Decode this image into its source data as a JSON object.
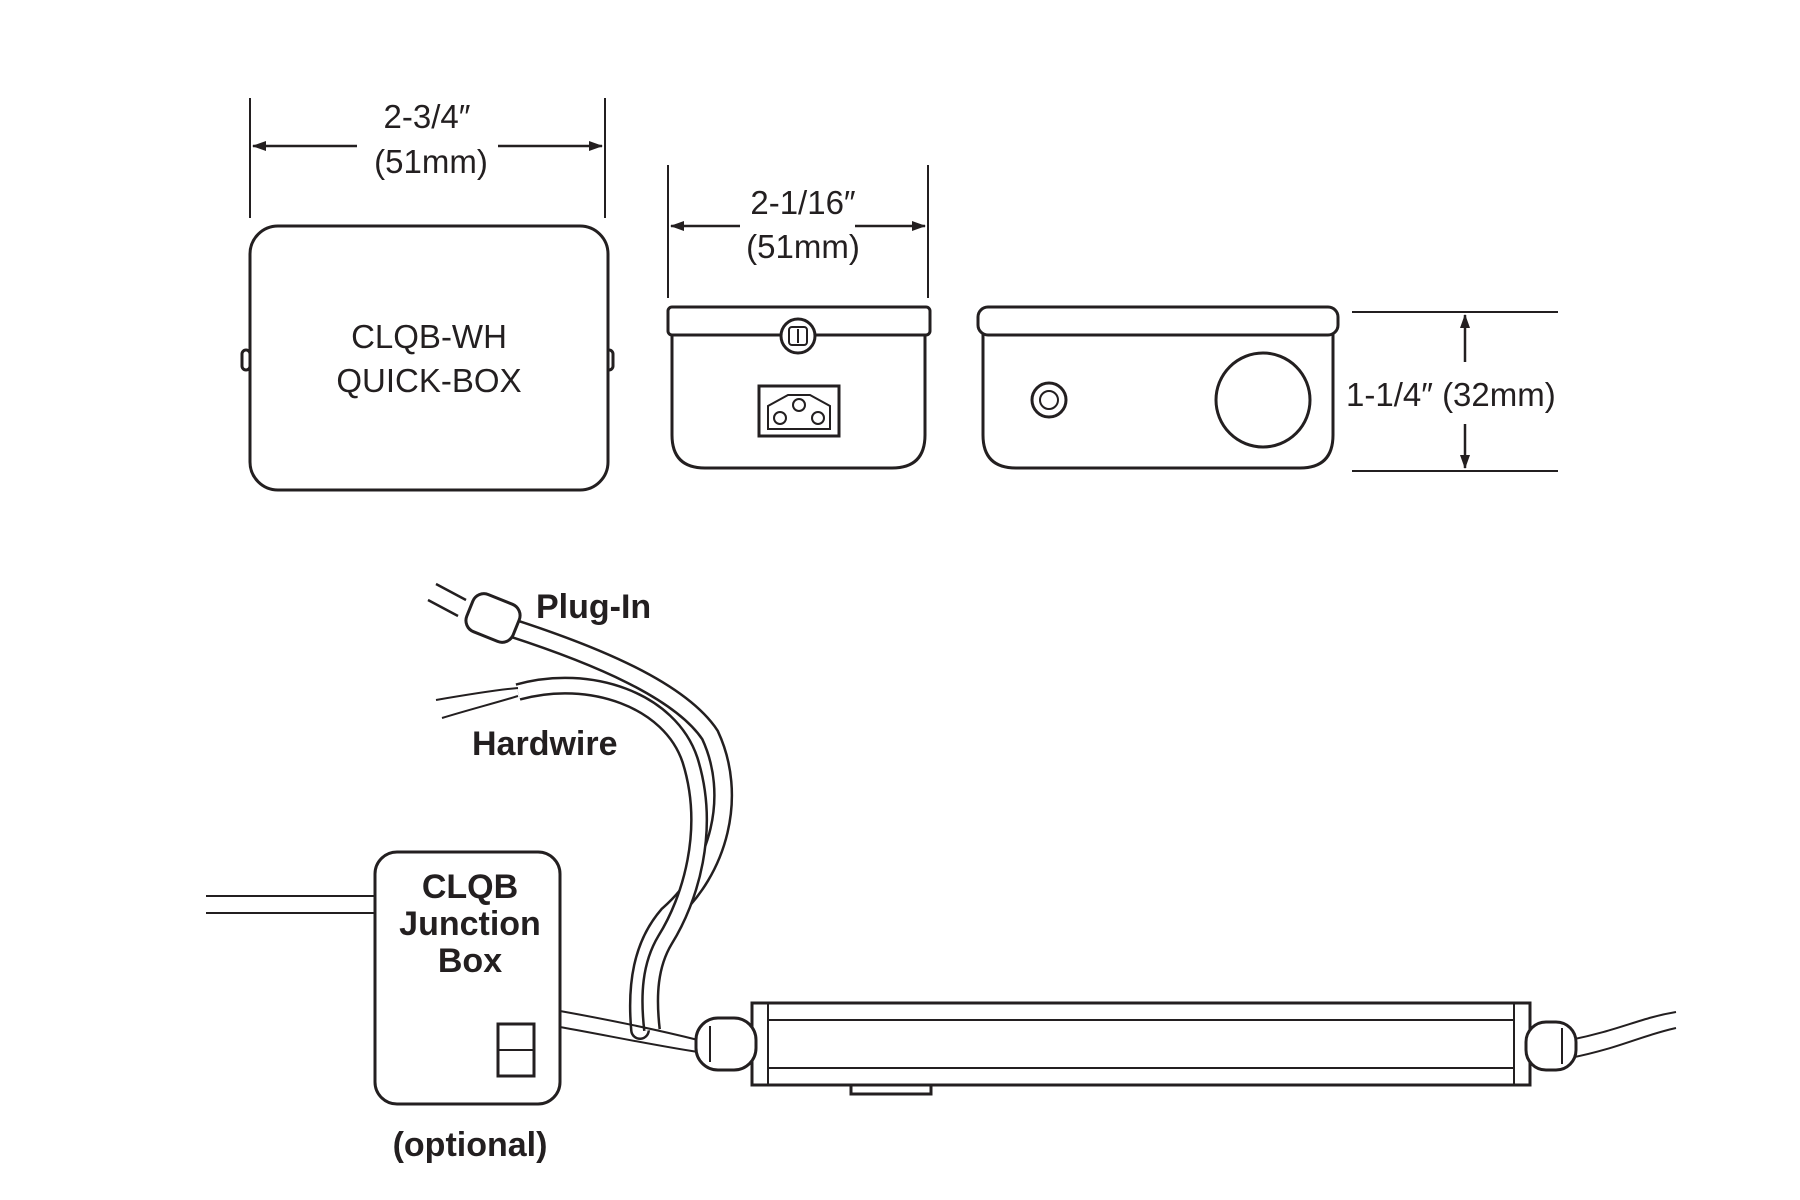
{
  "dimensions": {
    "width_in": "2-3/4″",
    "width_mm": "(51mm)",
    "depth_in": "2-1/16″",
    "depth_mm": "(51mm)",
    "height": "1-1/4″ (32mm)"
  },
  "quick_box": {
    "model": "CLQB-WH",
    "name": "QUICK-BOX"
  },
  "wiring": {
    "plug_in_label": "Plug-In",
    "hardwire_label": "Hardwire",
    "junction_box_line1": "CLQB",
    "junction_box_line2": "Junction",
    "junction_box_line3": "Box",
    "optional_label": "(optional)"
  },
  "colors": {
    "line": "#231f20",
    "background": "#ffffff"
  }
}
